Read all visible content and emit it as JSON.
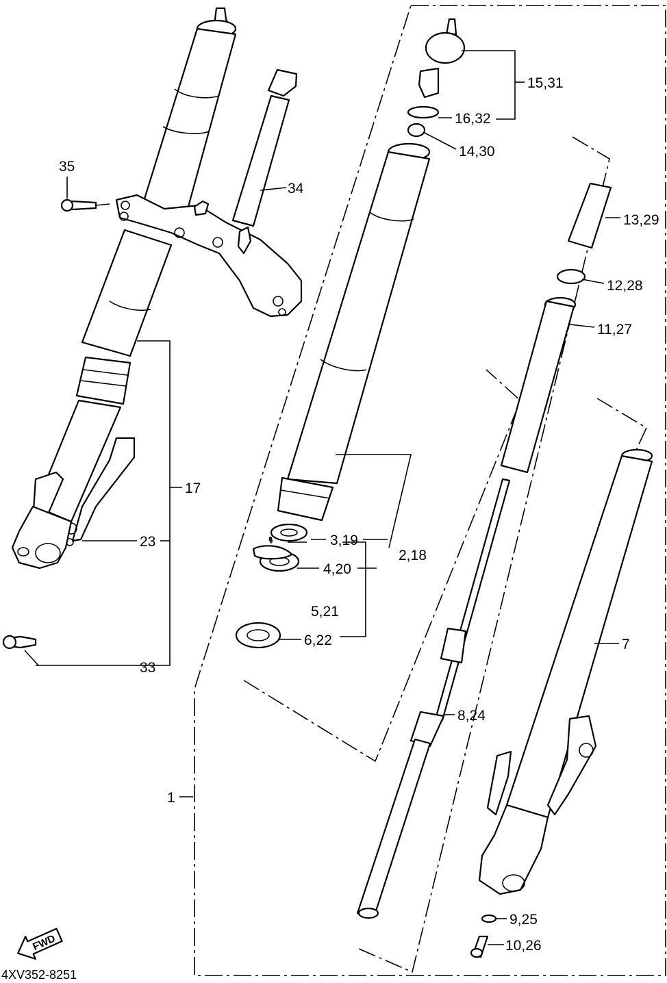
{
  "diagram": {
    "drawing_code": "4XV352-8251",
    "fwd_arrow_label": "FWD",
    "callouts": [
      {
        "id": "c1",
        "label": "1"
      },
      {
        "id": "c218",
        "label": "2,18"
      },
      {
        "id": "c319",
        "label": "3,19"
      },
      {
        "id": "c420",
        "label": "4,20"
      },
      {
        "id": "c521",
        "label": "5,21"
      },
      {
        "id": "c622",
        "label": "6,22"
      },
      {
        "id": "c7",
        "label": "7"
      },
      {
        "id": "c824",
        "label": "8,24"
      },
      {
        "id": "c925",
        "label": "9,25"
      },
      {
        "id": "c1026",
        "label": "10,26"
      },
      {
        "id": "c1127",
        "label": "11,27"
      },
      {
        "id": "c1228",
        "label": "12,28"
      },
      {
        "id": "c1329",
        "label": "13,29"
      },
      {
        "id": "c1430",
        "label": "14,30"
      },
      {
        "id": "c1531",
        "label": "15,31"
      },
      {
        "id": "c1632",
        "label": "16,32"
      },
      {
        "id": "c17",
        "label": "17"
      },
      {
        "id": "c23",
        "label": "23"
      },
      {
        "id": "c33",
        "label": "33"
      },
      {
        "id": "c34",
        "label": "34"
      },
      {
        "id": "c35",
        "label": "35"
      }
    ]
  }
}
